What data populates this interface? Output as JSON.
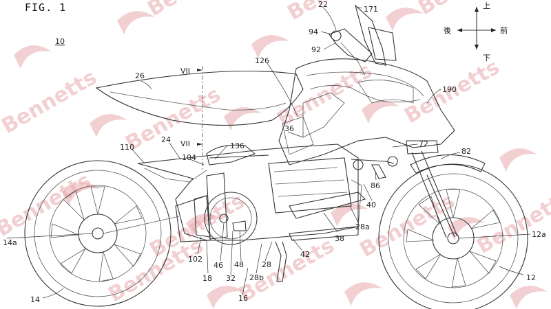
{
  "figure": {
    "title": "FIG. 1",
    "ref_number": "10"
  },
  "watermark": {
    "text": "Bennetts",
    "color": "#e8a9ad"
  },
  "compass": {
    "up": "上",
    "down": "下",
    "front": "前",
    "back": "後"
  },
  "labels": {
    "l22": "22",
    "l171": "171",
    "l94": "94",
    "l92": "92",
    "l126": "126",
    "l26": "26",
    "l190": "190",
    "l36": "36",
    "l72": "72",
    "l82": "82",
    "l110": "110",
    "l24": "24",
    "l136": "136",
    "l104": "104",
    "l86": "86",
    "l40": "40",
    "l28a": "28a",
    "l38": "38",
    "l42": "42",
    "l14a": "14a",
    "l12a": "12a",
    "l102": "102",
    "l46": "46",
    "l48": "48",
    "l28": "28",
    "l18": "18",
    "l32": "32",
    "l28b": "28b",
    "l16": "16",
    "l14": "14",
    "l12": "12",
    "vii_top": "VII",
    "vii_bottom": "VII"
  }
}
